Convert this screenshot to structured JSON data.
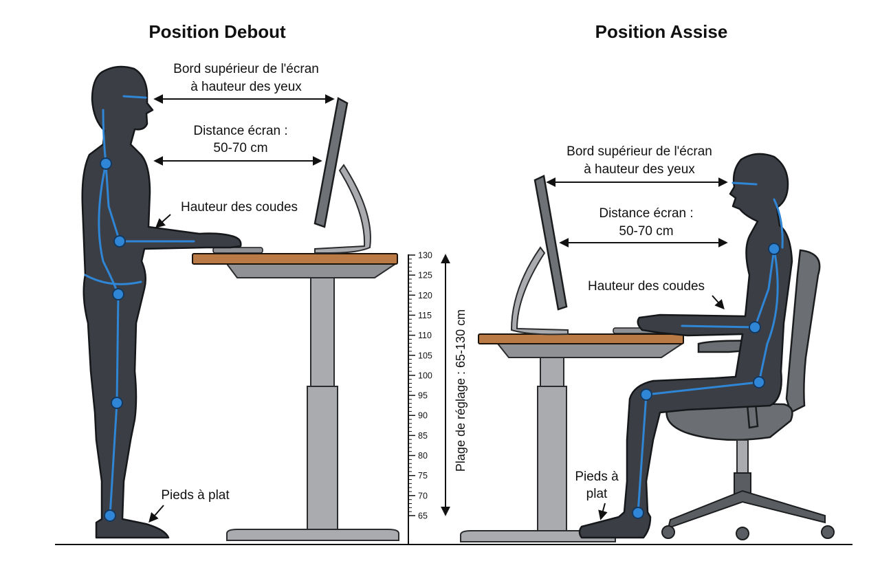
{
  "colors": {
    "figure": "#3b3f45",
    "joints": "#2f86d6",
    "desktop": "#b97a45",
    "metal": "#a9abae"
  },
  "standing": {
    "title": "Position Debout",
    "eye_label_1": "Bord supérieur de l'écran",
    "eye_label_2": "à hauteur des yeux",
    "distance_label_1": "Distance écran :",
    "distance_label_2": "50-70 cm",
    "elbow_label": "Hauteur des coudes",
    "feet_label": "Pieds à plat"
  },
  "sitting": {
    "title": "Position Assise",
    "eye_label_1": "Bord supérieur de l'écran",
    "eye_label_2": "à hauteur des yeux",
    "distance_label_1": "Distance écran :",
    "distance_label_2": "50-70 cm",
    "elbow_label": "Hauteur des coudes",
    "feet_label_1": "Pieds à",
    "feet_label_2": "plat"
  },
  "scale": {
    "range_label": "Plage de réglage : 65-130 cm",
    "ticks": [
      "130",
      "125",
      "120",
      "115",
      "110",
      "105",
      "100",
      "95",
      "90",
      "85",
      "80",
      "75",
      "70",
      "65"
    ]
  }
}
